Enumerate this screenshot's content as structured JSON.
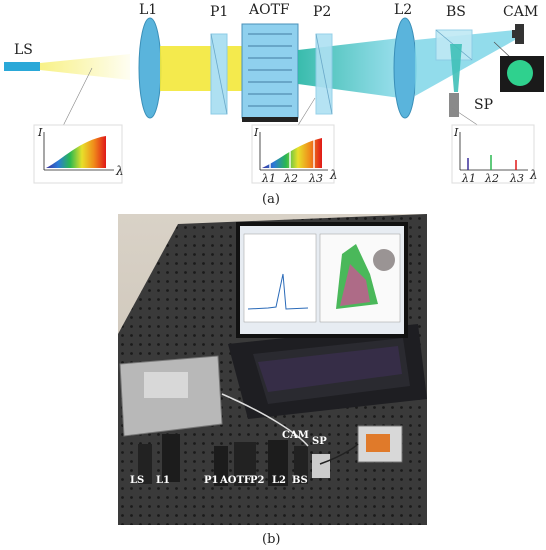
{
  "figure_a": {
    "caption": "(a)",
    "components": {
      "ls": "LS",
      "l1": "L1",
      "p1": "P1",
      "aotf": "AOTF",
      "p2": "P2",
      "l2": "L2",
      "bs": "BS",
      "cam": "CAM",
      "sp": "SP"
    },
    "insets": {
      "axis_y": "I",
      "axis_x": "λ",
      "lambda1": "λ1",
      "lambda2": "λ2",
      "lambda3": "λ3"
    },
    "colors": {
      "source": "#2aa8d8",
      "lens": "#5ab4dc",
      "polarizer": "#aee0f2",
      "aotf": "#8fd0ee",
      "beam_yellow": "#f5e840",
      "beam_teal": "#40c0b8",
      "camera_screen": "#2fd18e"
    }
  },
  "figure_b": {
    "caption": "(b)",
    "labels": {
      "ls": "LS",
      "l1": "L1",
      "p1": "P1",
      "aotf": "AOTF",
      "p2": "P2",
      "l2": "L2",
      "bs": "BS",
      "cam": "CAM",
      "sp": "SP"
    }
  }
}
